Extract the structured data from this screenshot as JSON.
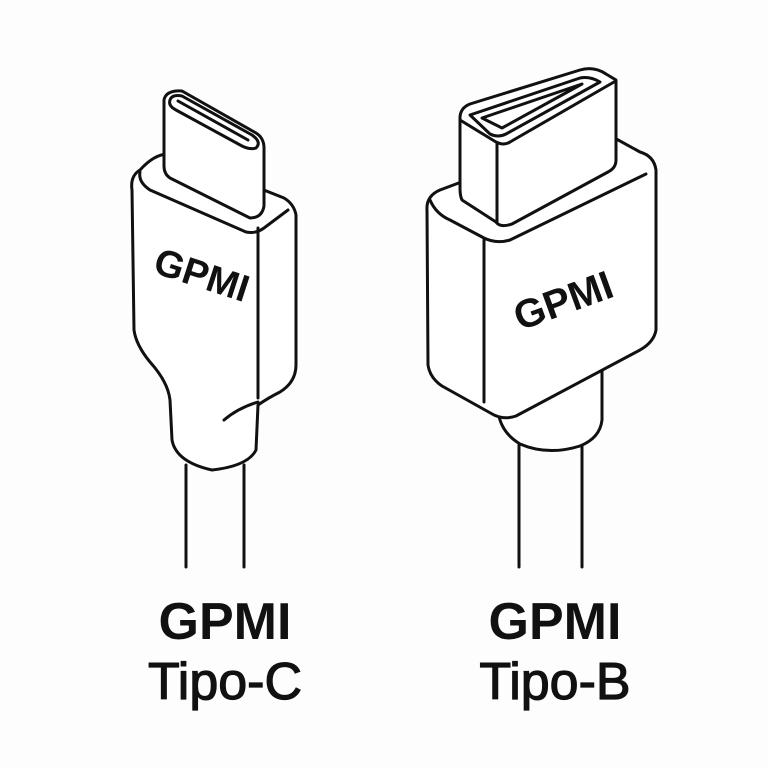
{
  "connectors": [
    {
      "id": "type-c",
      "body_text": "GPMI",
      "label_line1": "GPMI",
      "label_line2": "Tipo-C"
    },
    {
      "id": "type-b",
      "body_text": "GPMI",
      "label_line1": "GPMI",
      "label_line2": "Tipo-B"
    }
  ],
  "colors": {
    "background": "#fdfdfd",
    "line": "#111111"
  }
}
